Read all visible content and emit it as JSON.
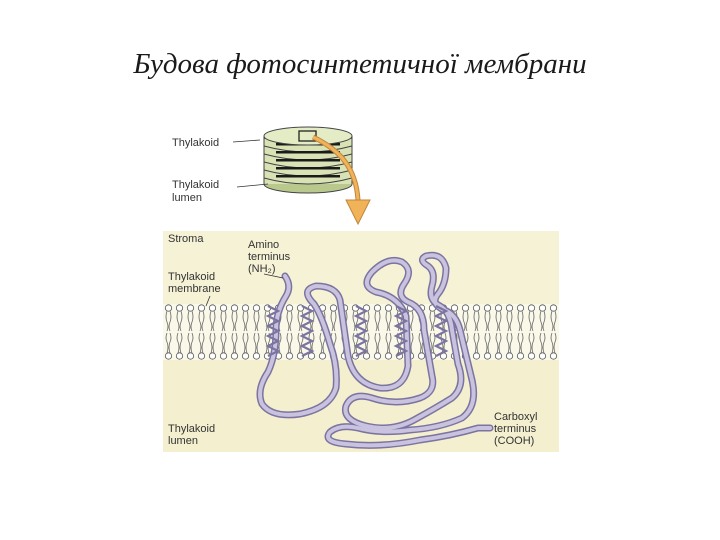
{
  "title": "Будова фотосинтетичної мембрани",
  "labels": {
    "thylakoid": "Thylakoid",
    "thylakoid_lumen_top_1": "Thylakoid",
    "thylakoid_lumen_top_2": "lumen",
    "stroma": "Stroma",
    "amino_1": "Amino",
    "amino_2": "terminus",
    "amino_3": "(NH₂)",
    "membrane_1": "Thylakoid",
    "membrane_2": "membrane",
    "carboxyl_1": "Carboxyl",
    "carboxyl_2": "terminus",
    "carboxyl_3": "(COOH)",
    "lumen_bottom_1": "Thylakoid",
    "lumen_bottom_2": "lumen"
  },
  "colors": {
    "stroma": "#f6f2d6",
    "membrane_band": "#faf8e8",
    "lumen": "#f3efcf",
    "protein": "#bfb8d6",
    "protein_edge": "#7c74a0",
    "arrow": "#f0b35a",
    "disc": "#d8e2b4"
  }
}
